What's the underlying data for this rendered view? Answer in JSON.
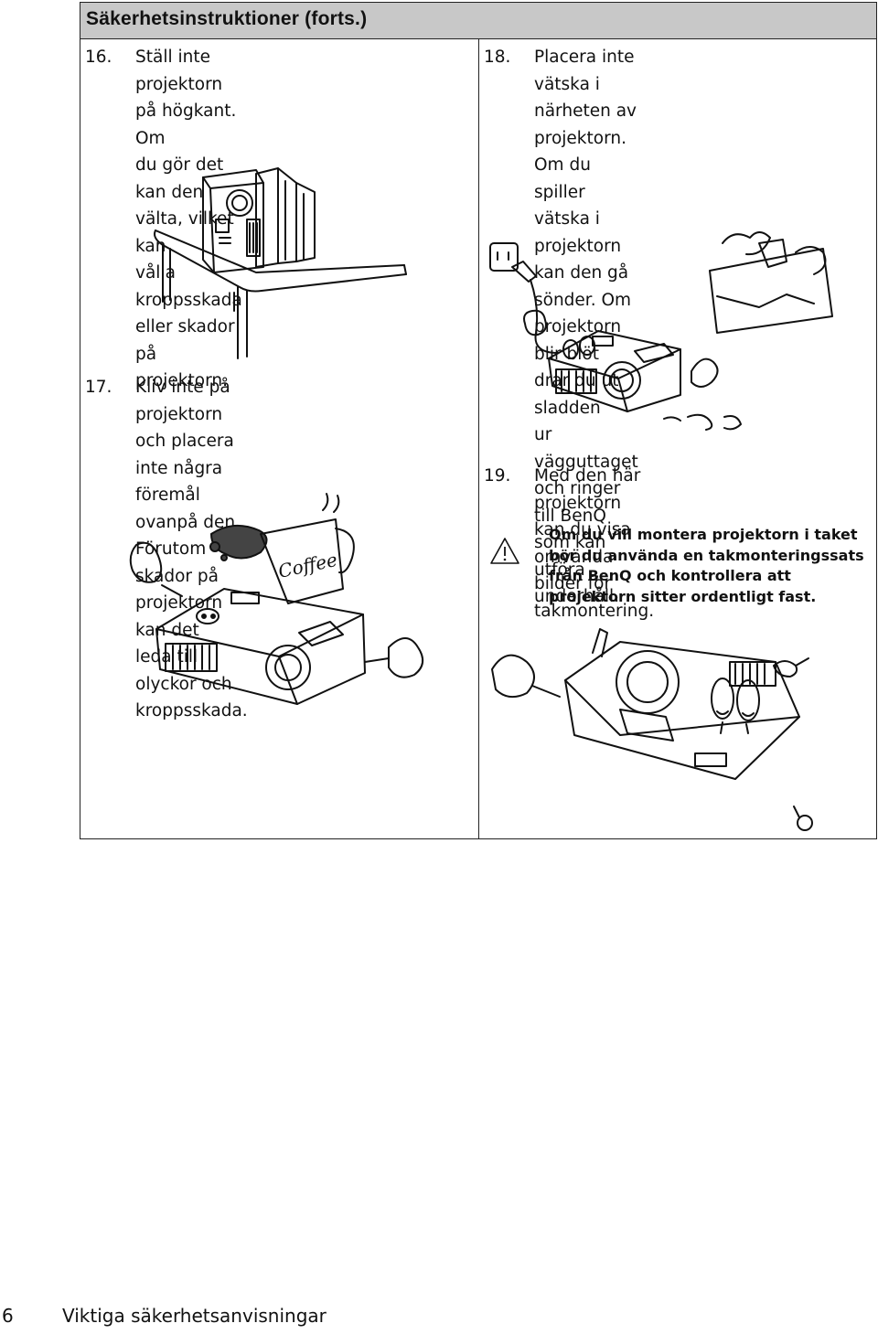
{
  "section": {
    "title": "Säkerhetsinstruktioner (forts.)"
  },
  "items": [
    {
      "number": "16.",
      "text": "Ställ inte projektorn på högkant. Om\ndu gör det kan den välta, vilket kan\nvålla kroppsskada eller skador på\nprojektorn."
    },
    {
      "number": "17.",
      "text": "Kliv inte på projektorn och placera\ninte några föremål ovanpå den.\nFörutom skador på projektorn kan det\nleda till olyckor och kroppsskada."
    },
    {
      "number": "18.",
      "text": "Placera inte vätska i närheten av\nprojektorn. Om du spiller vätska i\nprojektorn kan den gå sönder. Om\nprojektorn blir blöt drar du ut sladden\nur vägguttaget och ringer till BenQ\nsom kan utföra underhåll."
    },
    {
      "number": "19.",
      "text": "Med den här projektorn kan du visa\nomvända bilder för takmontering."
    }
  ],
  "warning": {
    "icon": "warning-triangle-icon",
    "text": "Om du vill montera projektorn i taket\nbör du använda en takmonteringssats\nfrån BenQ och kontrollera att\nprojektorn sitter ordentligt fast."
  },
  "illustrations": {
    "coffee_label": "Coffee"
  },
  "footer": {
    "page_number": "6",
    "chapter": "Viktiga säkerhetsanvisningar"
  }
}
